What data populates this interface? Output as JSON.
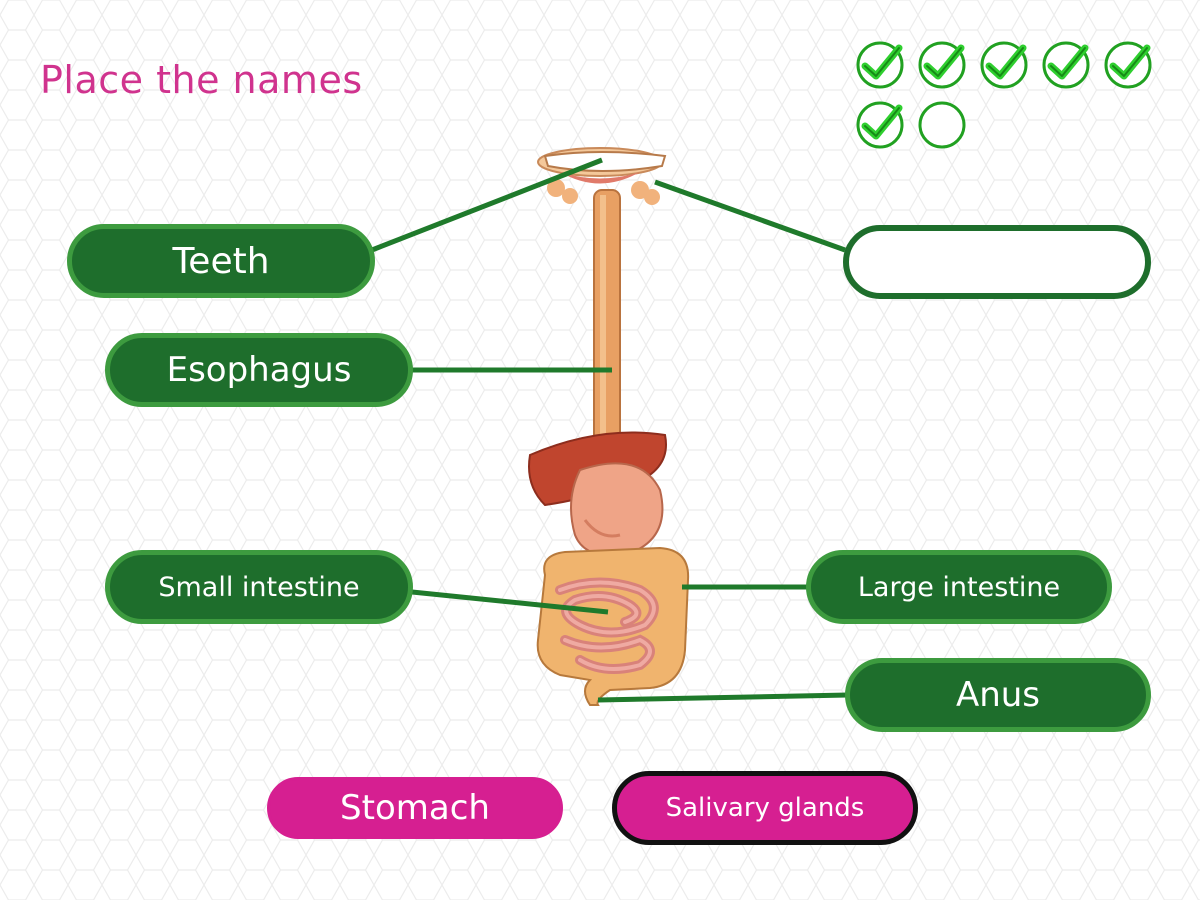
{
  "title": "Place the names",
  "progress": {
    "total": 7,
    "completed": 6,
    "check_color": "#2fcf2f",
    "ring_color": "#21a121"
  },
  "placed_labels": {
    "teeth": "Teeth",
    "esophagus": "Esophagus",
    "small_intestine": "Small intestine",
    "large_intestine": "Large intestine",
    "anus": "Anus",
    "empty_slot": ""
  },
  "choices": {
    "stomach": "Stomach",
    "salivary_glands": "Salivary glands",
    "selected": "Salivary glands"
  },
  "colors": {
    "title": "#d0338e",
    "label_fill": "#1e6e2c",
    "label_border": "#3d9b3f",
    "connector": "#1f7a2b",
    "choice_fill": "#d61f91",
    "selected_border": "#111111"
  }
}
